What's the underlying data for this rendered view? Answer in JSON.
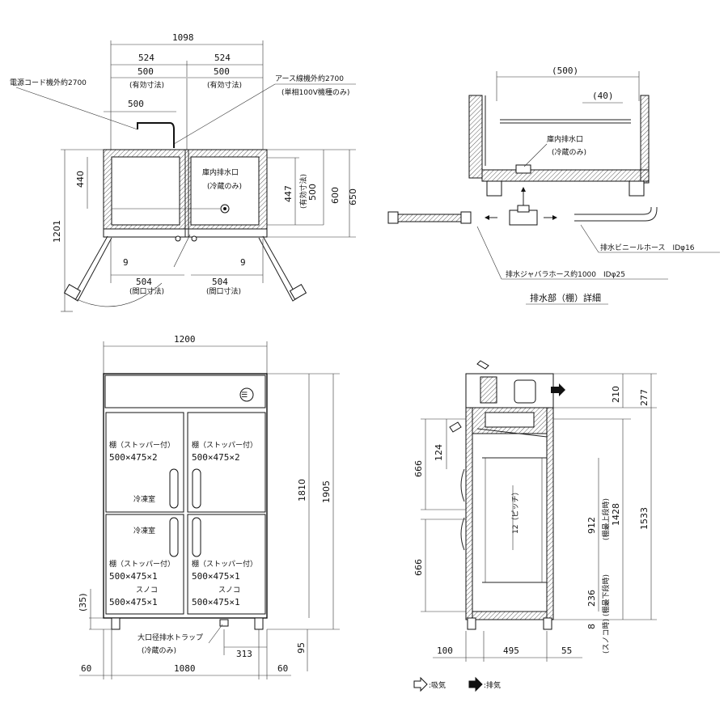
{
  "top_view": {
    "dim_total": "1098",
    "dim_left_half": "524",
    "dim_right_half": "524",
    "dim_left_eff": "500",
    "dim_right_eff": "500",
    "eff_label_left": "(有効寸法)",
    "eff_label_right": "(有効寸法)",
    "dim_inner": "500",
    "power_cord": "電源コード機外約2700",
    "earth_wire": "アース線機外約2700",
    "earth_note": "(単相100V機種のみ)",
    "drain_label": "庫内排水口",
    "drain_note": "(冷蔵のみ)",
    "dim_440": "440",
    "dim_447": "447",
    "eff_vertical": "(有効寸法)",
    "dim_500v": "500",
    "dim_600": "600",
    "dim_650": "650",
    "dim_1201": "1201",
    "dim_9_left": "9",
    "dim_9_right": "9",
    "dim_504_left": "504",
    "dim_504_right": "504",
    "opening_left": "(間口寸法)",
    "opening_right": "(間口寸法)"
  },
  "drain_detail": {
    "dim_500": "(500)",
    "dim_40": "(40)",
    "drain_label": "庫内排水口",
    "drain_note": "(冷蔵のみ)",
    "vinyl_hose": "排水ビニールホース　IDφ16",
    "bellows_hose": "排水ジャバラホース約1000　IDφ25",
    "caption": "排水部（棚）詳細"
  },
  "front_view": {
    "dim_width": "1200",
    "shelf_top_left": "棚（ストッパー付）",
    "shelf_top_left_size": "500×475×2",
    "shelf_top_right": "棚（ストッパー付）",
    "shelf_top_right_size": "500×475×2",
    "freezer_label_upper": "冷凍室",
    "freezer_label_lower": "冷凍室",
    "shelf_bot_left": "棚（ストッパー付）",
    "shelf_bot_left_size": "500×475×1",
    "sunoko_left": "スノコ",
    "sunoko_left_size": "500×475×1",
    "shelf_bot_right": "棚（ストッパー付）",
    "shelf_bot_right_size": "500×475×1",
    "sunoko_right": "スノコ",
    "sunoko_right_size": "500×475×1",
    "dim_1810": "1810",
    "dim_1905": "1905",
    "dim_35": "(35)",
    "trap_label": "大口径排水トラップ",
    "trap_note": "(冷蔵のみ)",
    "dim_313": "313",
    "dim_95": "95",
    "dim_60_left": "60",
    "dim_1080": "1080",
    "dim_60_right": "60"
  },
  "side_view": {
    "dim_210": "210",
    "dim_277": "277",
    "dim_666_top": "666",
    "dim_124": "124",
    "dim_666_bot": "666",
    "pitch": "12（ピッチ）",
    "dim_912": "912",
    "top_shelf": "(棚最上段時)",
    "dim_1428": "1428",
    "dim_1533": "1533",
    "dim_236": "236",
    "bottom_shelf": "(棚最下段時)",
    "dim_8": "8",
    "sunoko_pos": "(スノコ時)",
    "dim_100": "100",
    "dim_495": "495",
    "dim_55": "55"
  },
  "legend": {
    "intake": ":吸気",
    "exhaust": ":排気"
  }
}
